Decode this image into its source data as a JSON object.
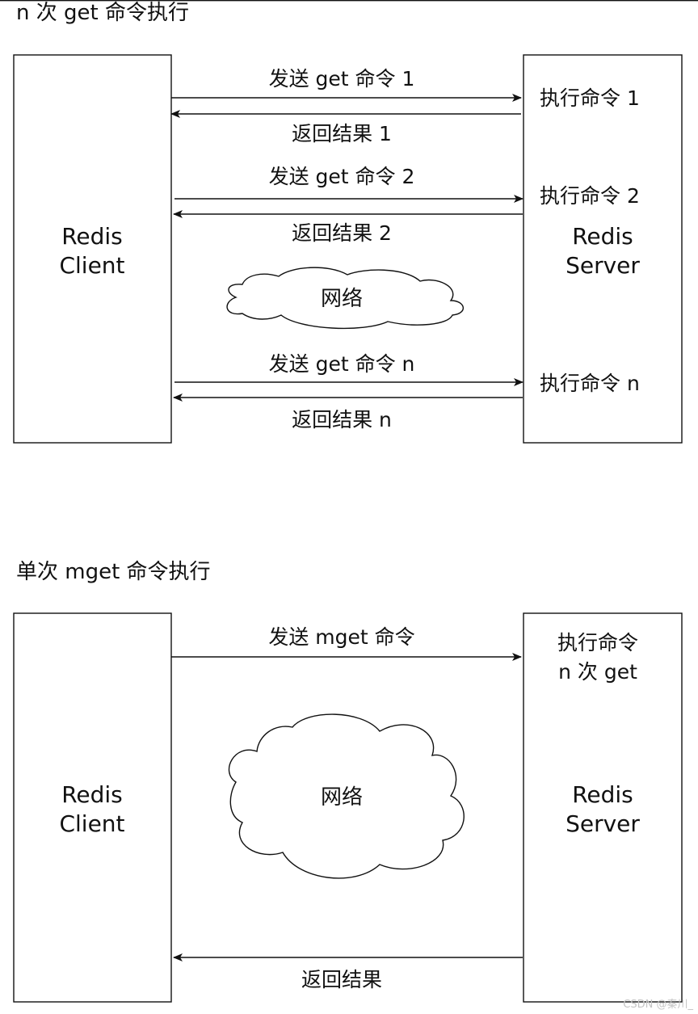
{
  "section1": {
    "title": "n 次 get 命令执行",
    "client_label_line1": "Redis",
    "client_label_line2": "Client",
    "server_label_line1": "Redis",
    "server_label_line2": "Server",
    "rounds": [
      {
        "send": "发送 get 命令 1",
        "return": "返回结果 1",
        "execute": "执行命令 1"
      },
      {
        "send": "发送 get 命令 2",
        "return": "返回结果 2",
        "execute": "执行命令 2"
      },
      {
        "send": "发送 get 命令 n",
        "return": "返回结果 n",
        "execute": "执行命令 n"
      }
    ],
    "network_label": "网络"
  },
  "section2": {
    "title": "单次 mget 命令执行",
    "client_label_line1": "Redis",
    "client_label_line2": "Client",
    "server_label_line1": "Redis",
    "server_label_line2": "Server",
    "send": "发送 mget 命令",
    "execute_line1": "执行命令",
    "execute_line2": "n 次 get",
    "return": "返回结果",
    "network_label": "网络"
  },
  "watermark": "CSDN @秦川_"
}
